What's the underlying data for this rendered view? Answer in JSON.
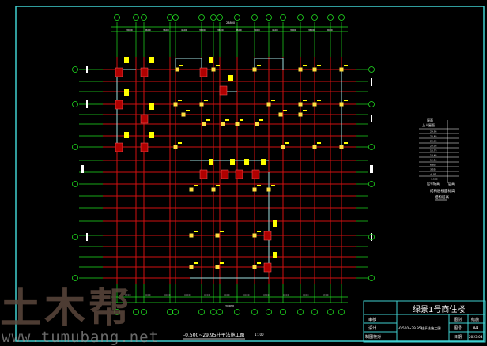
{
  "drawing": {
    "plan_caption": "-0.500~29.95柱平法施工图",
    "scale": "1:100",
    "total_dimension": "28800",
    "top_dimensions": [
      "3900",
      "3600",
      "3600",
      "4500",
      "3900",
      "3600",
      "3600",
      "3900",
      "4500",
      "3900",
      "3600",
      "3900"
    ],
    "bottom_dimensions": [
      "3900",
      "3300",
      "3300",
      "3300",
      "3900",
      "3300",
      "3300",
      "3900",
      "3300",
      "3300",
      "3900"
    ]
  },
  "level_table": {
    "header": "屋面",
    "sub_header": "上人屋面",
    "rows": [
      "29.95",
      "26.65",
      "23.35",
      "20.05",
      "16.75",
      "13.45",
      "10.15",
      "6.85",
      "3.55",
      "-0.05",
      "-0.500"
    ],
    "col_a": "层号标高",
    "col_b": "层高",
    "note1": "结构层楼面标高",
    "note2": "结构层高"
  },
  "title_block": {
    "project": "绿景1号商住楼",
    "label_review": "审核",
    "label_design": "设计",
    "label_draw": "制图校对",
    "drawing_title": "-0.500~29.95柱平法施工图",
    "label_drawing_no": "图别",
    "value_drawing_no": "结施",
    "label_sheet": "图号",
    "value_sheet": "04",
    "label_date": "日期",
    "value_date": "2023-04"
  },
  "watermark": {
    "logo": "土木帮",
    "url": "www.tumubang.net"
  },
  "colors": {
    "grid_red": "#d01010",
    "grid_green": "#20e020",
    "border": "#40d0d0",
    "column": "#b00000",
    "label": "#ffff00",
    "wall": "#a0e0e0"
  }
}
